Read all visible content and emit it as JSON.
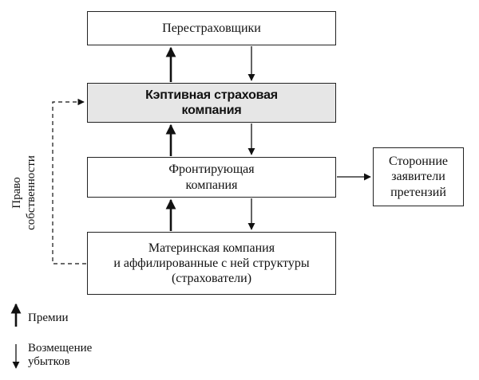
{
  "boxes": {
    "reinsurers": "Перестраховщики",
    "captive": [
      "Кэптивная страховая",
      "компания"
    ],
    "fronting": [
      "Фронтирующая",
      "компания"
    ],
    "claimants": [
      "Сторонние",
      "заявители",
      "претензий"
    ],
    "parent": [
      "Материнская компания",
      "и аффилированные с ней структуры",
      "(страхователи)"
    ]
  },
  "side_label": [
    "Право",
    "собственности"
  ],
  "legend": {
    "premiums": "Премии",
    "losses": [
      "Возмещение",
      "убытков"
    ]
  }
}
